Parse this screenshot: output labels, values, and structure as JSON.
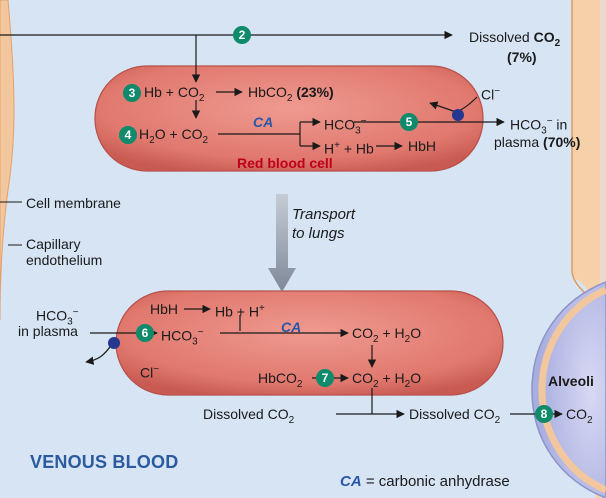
{
  "top_route": {
    "badge": "2",
    "dissolved_label": "Dissolved",
    "dissolved_co": "CO",
    "dissolved_sub": "2",
    "percent": "(7%)"
  },
  "rbc_top": {
    "step3_badge": "3",
    "step3_left": "Hb + CO",
    "step3_sub": "2",
    "step3_product": "HbCO",
    "step3_product_sub": "2",
    "step3_percent": "(23%)",
    "step4_badge": "4",
    "step4_left_a": "H",
    "step4_left_sub": "2",
    "step4_left_b": "O + CO",
    "step4_left_sub2": "2",
    "ca": "CA",
    "bicarbonate": "HCO",
    "bicarbonate_sub": "3",
    "bicarbonate_sup": "−",
    "h_hb": "H",
    "h_sup": "+",
    "h_hb_rest": "+ Hb",
    "hbh": "HbH",
    "step5_badge": "5",
    "cl": "Cl",
    "cl_sup": "−",
    "plasma_a": "HCO",
    "plasma_sub": "3",
    "plasma_sup": "−",
    "plasma_in": "in",
    "plasma_b": "plasma",
    "plasma_percent": "(70%)",
    "title": "Red blood cell"
  },
  "side_labels": {
    "cell_membrane": "Cell membrane",
    "capillary_a": "Capillary",
    "capillary_b": "endothelium"
  },
  "transport": {
    "line1": "Transport",
    "line2": "to lungs"
  },
  "rbc_bottom": {
    "hbh": "HbH",
    "hb_h": "Hb + H",
    "hb_h_sup": "+",
    "ca": "CA",
    "plasma_a": "HCO",
    "plasma_sub": "3",
    "plasma_sup": "−",
    "plasma_b": "in plasma",
    "step6_badge": "6",
    "bicarbonate": "HCO",
    "bicarbonate_sub": "3",
    "bicarbonate_sup": "−",
    "cl": "Cl",
    "cl_sup": "−",
    "co2_h2o_a": "CO",
    "co2_h2o_sub1": "2",
    "co2_h2o_b": "+ H",
    "co2_h2o_sub2": "2",
    "co2_h2o_c": "O",
    "hbco2": "HbCO",
    "hbco2_sub": "2",
    "step7_badge": "7",
    "dissolved_left": "Dissolved CO",
    "dissolved_left_sub": "2",
    "dissolved_right": "Dissolved CO",
    "dissolved_right_sub": "2",
    "step8_badge": "8",
    "co2_final": "CO",
    "co2_final_sub": "2"
  },
  "alveoli": "Alveoli",
  "venous_blood": "VENOUS BLOOD",
  "ca_note": {
    "ca": "CA",
    "text": "= carbonic anhydrase"
  },
  "colors": {
    "plasma_bg": "#d6e4f4",
    "rbc_fill": "#e1786e",
    "badge": "#0f8a6a",
    "transporter": "#25378f",
    "title_red": "#c0001a",
    "ca_blue": "#2a57a8",
    "alveoli": "#b9bde8",
    "membrane": "#f4bf8f"
  }
}
